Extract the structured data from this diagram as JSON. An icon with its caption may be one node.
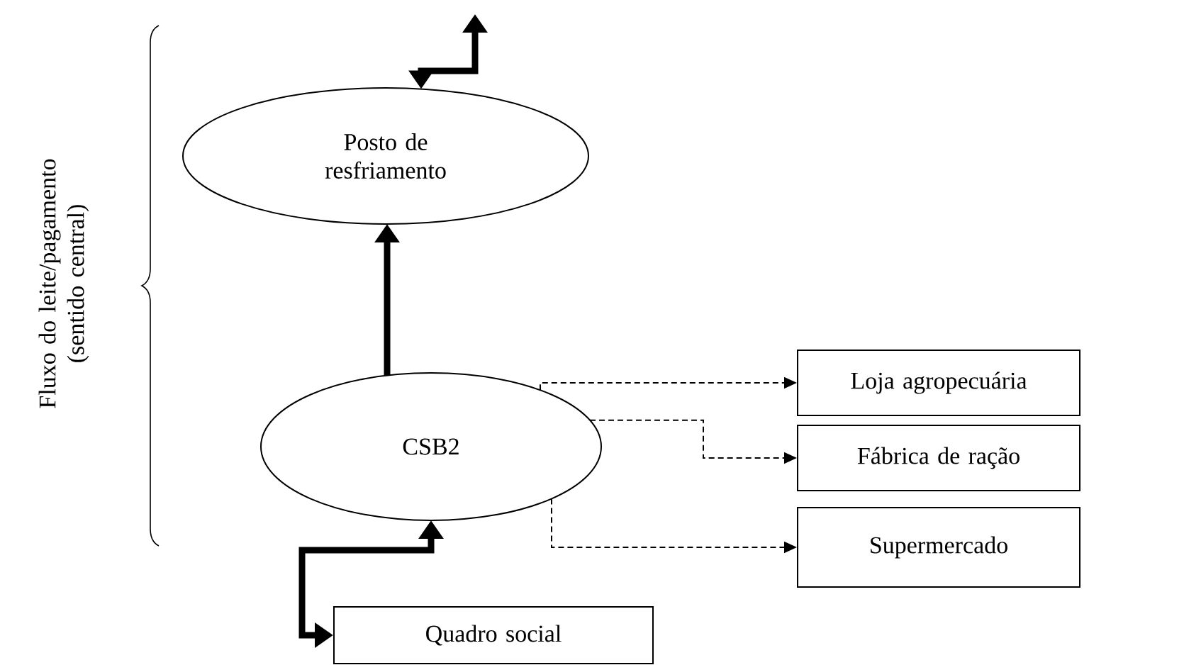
{
  "diagram": {
    "nodes": [
      {
        "text": [
          "Posto de resfriamento"
        ]
      },
      {
        "text": [
          "CSB2"
        ]
      },
      {
        "text": [
          "Loja agropecuária"
        ]
      },
      {
        "text": [
          "Fábrica de ração"
        ]
      },
      {
        "text": [
          "Supermercado"
        ]
      },
      {
        "text": [
          "Quadro social"
        ]
      }
    ],
    "edges": [
      {
        "from": 0,
        "to": null,
        "arrow": "both",
        "style": "thick"
      },
      {
        "from": 1,
        "to": 0,
        "arrow": "to",
        "style": "thick"
      },
      {
        "from": 1,
        "to": 2,
        "arrow": "to",
        "style": "dashed"
      },
      {
        "from": 1,
        "to": 3,
        "arrow": "to",
        "style": "dashed"
      },
      {
        "from": 1,
        "to": 4,
        "arrow": "to",
        "style": "dashed"
      },
      {
        "from": 5,
        "to": 1,
        "arrow": "both",
        "style": "thick"
      }
    ],
    "labels": [
      "Fluxo do leite/pagamento (sentido central)"
    ]
  }
}
